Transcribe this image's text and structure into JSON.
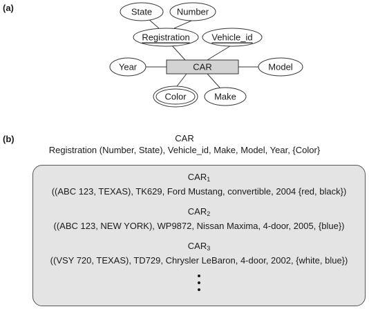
{
  "part_a": {
    "label": "(a)",
    "entity": "CAR",
    "attributes": {
      "state": "State",
      "number": "Number",
      "registration": "Registration",
      "vehicle_id": "Vehicle_id",
      "year": "Year",
      "model": "Model",
      "color": "Color",
      "make": "Make"
    }
  },
  "part_b": {
    "label": "(b)",
    "type_name": "CAR",
    "type_attributes": "Registration (Number, State), Vehicle_id, Make, Model, Year, {Color}",
    "instances": [
      {
        "name": "CAR",
        "sub": "1",
        "values": "((ABC 123, TEXAS), TK629, Ford Mustang, convertible, 2004 {red, black})"
      },
      {
        "name": "CAR",
        "sub": "2",
        "values": "((ABC 123, NEW YORK), WP9872, Nissan Maxima, 4-door, 2005, {blue})"
      },
      {
        "name": "CAR",
        "sub": "3",
        "values": "((VSY 720, TEXAS), TD729, Chrysler LeBaron, 4-door, 2002, {white, blue})"
      }
    ]
  }
}
